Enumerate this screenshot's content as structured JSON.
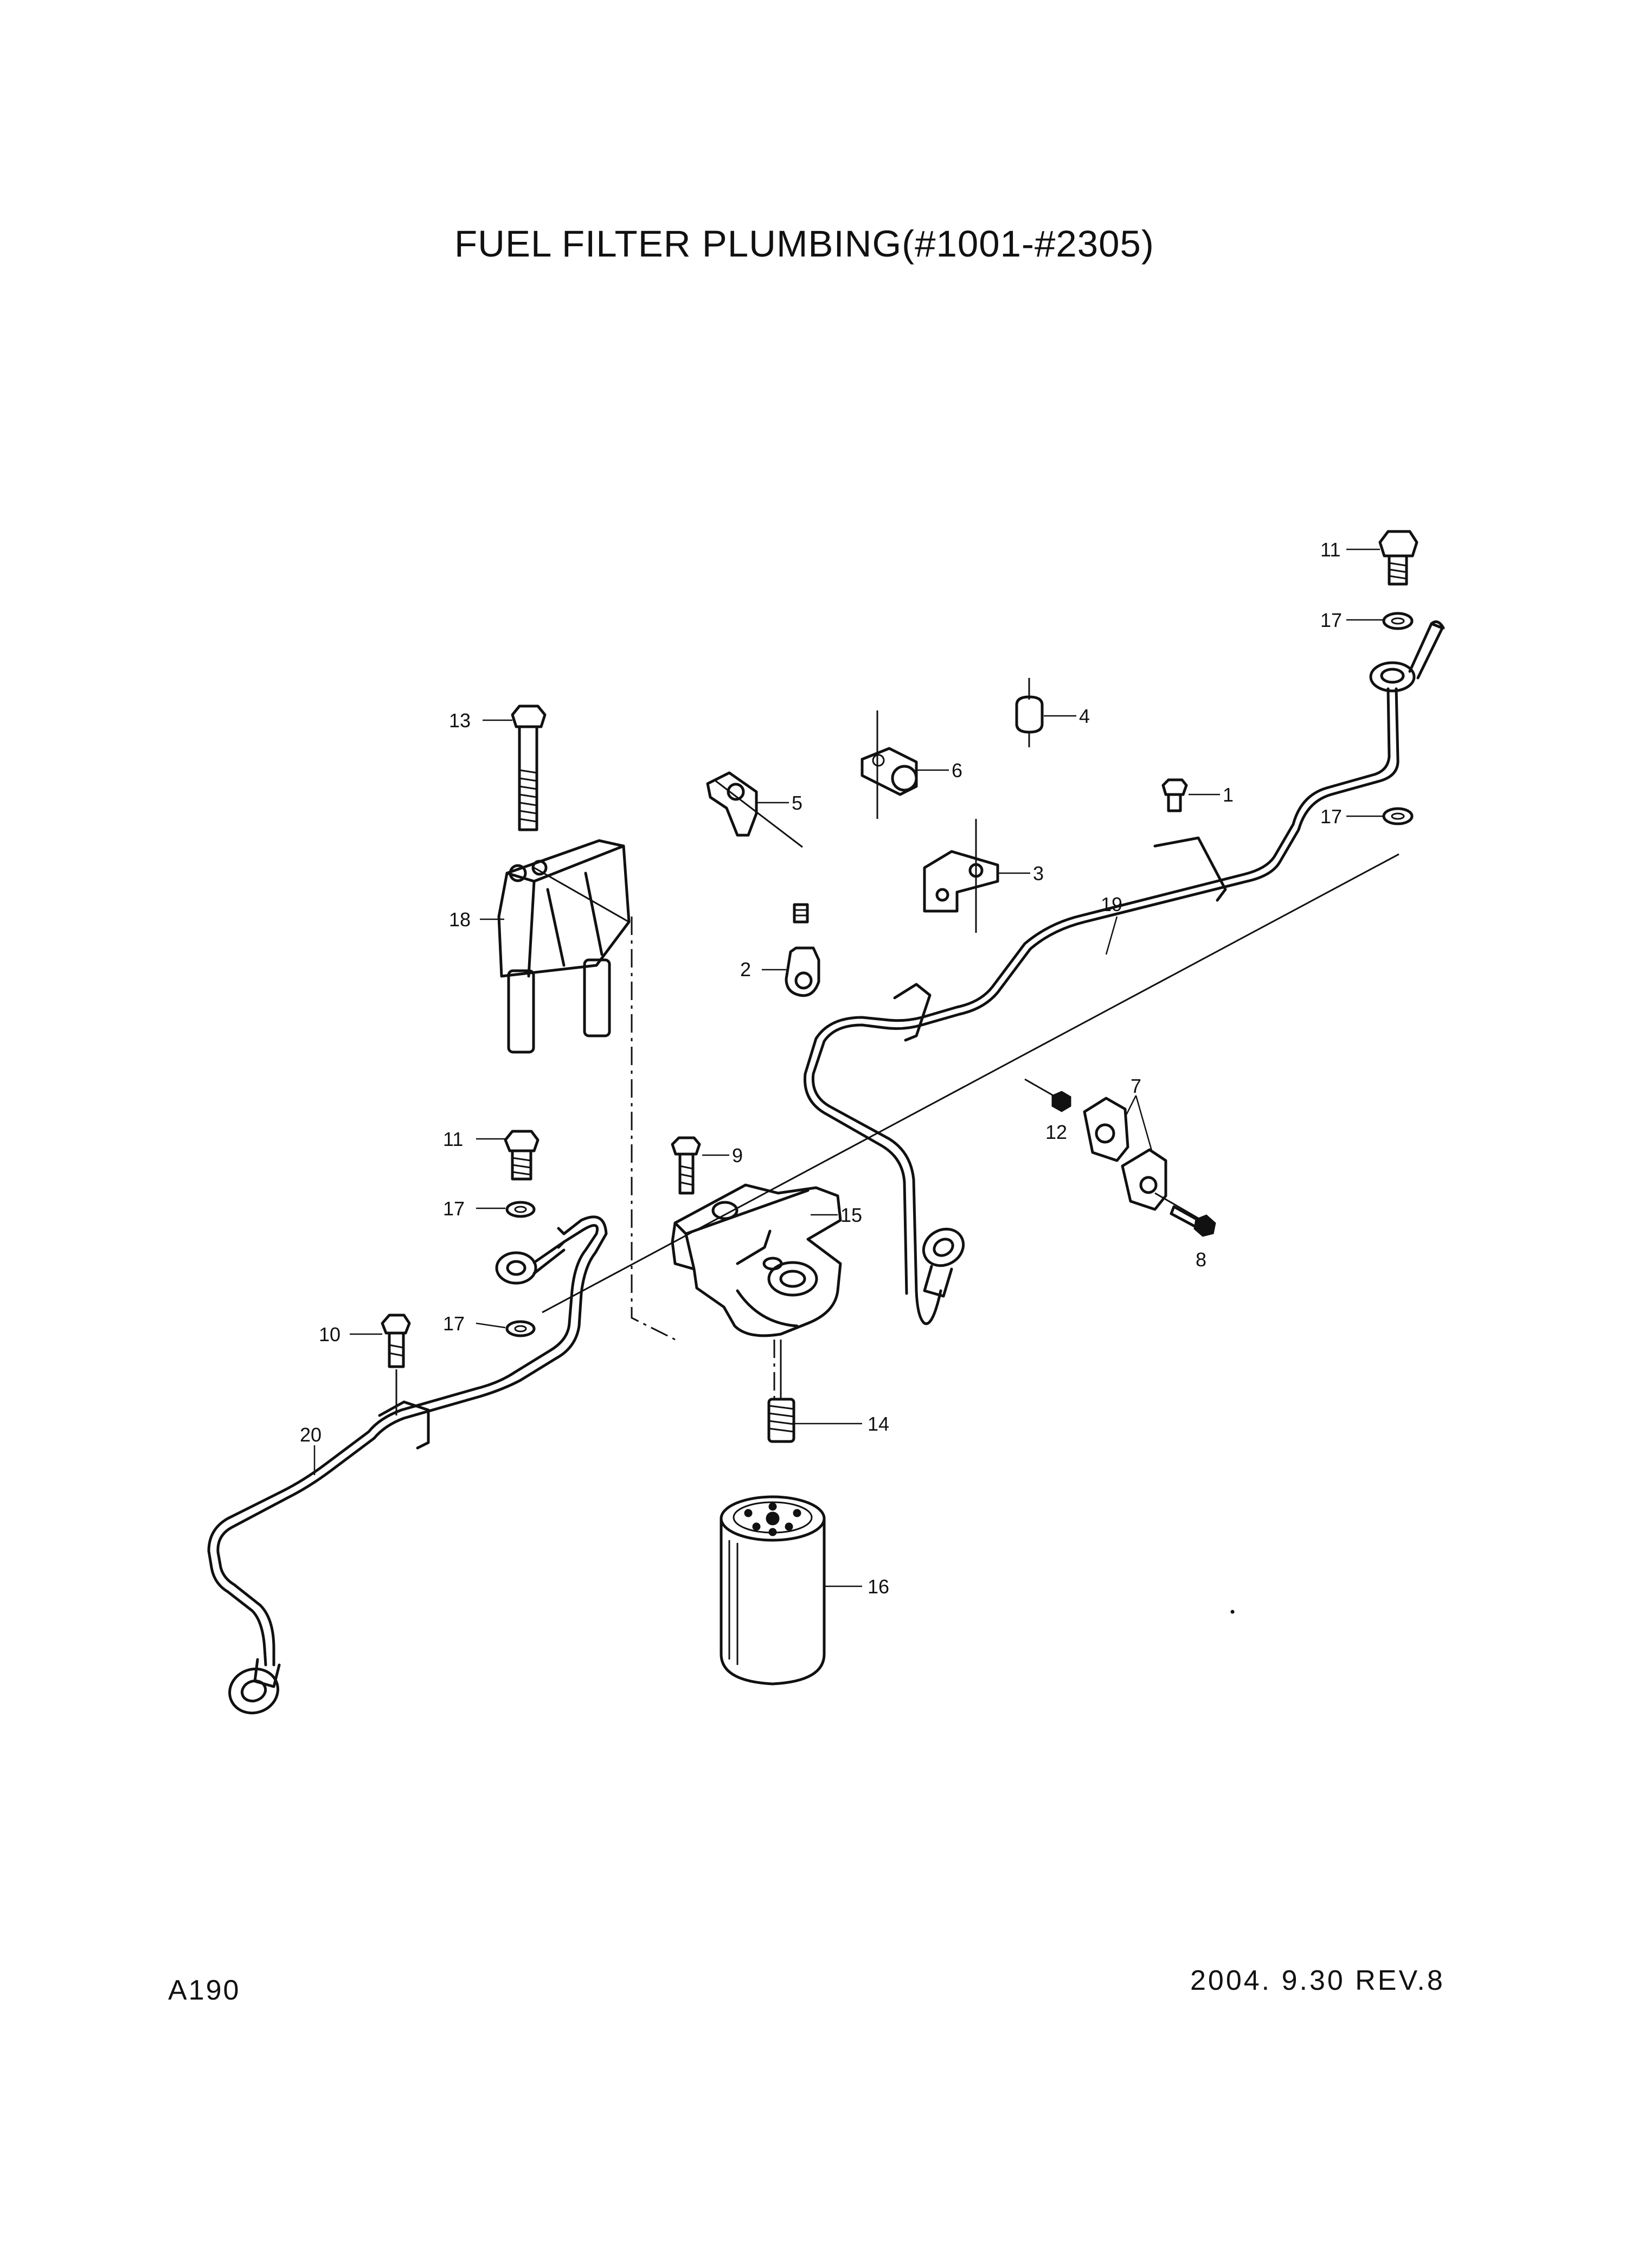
{
  "title": "FUEL FILTER PLUMBING(#1001-#2305)",
  "page_code": "A190",
  "revision": "2004. 9.30 REV.8",
  "callouts": {
    "c1": "1",
    "c2": "2",
    "c3": "3",
    "c4": "4",
    "c5": "5",
    "c6": "6",
    "c7": "7",
    "c8": "8",
    "c9": "9",
    "c10": "10",
    "c11_top": "11",
    "c11_left": "11",
    "c12": "12",
    "c13": "13",
    "c14": "14",
    "c15": "15",
    "c16": "16",
    "c17_top": "17",
    "c17_right": "17",
    "c17_left_a": "17",
    "c17_left_b": "17",
    "c18": "18",
    "c19": "19",
    "c20": "20"
  }
}
